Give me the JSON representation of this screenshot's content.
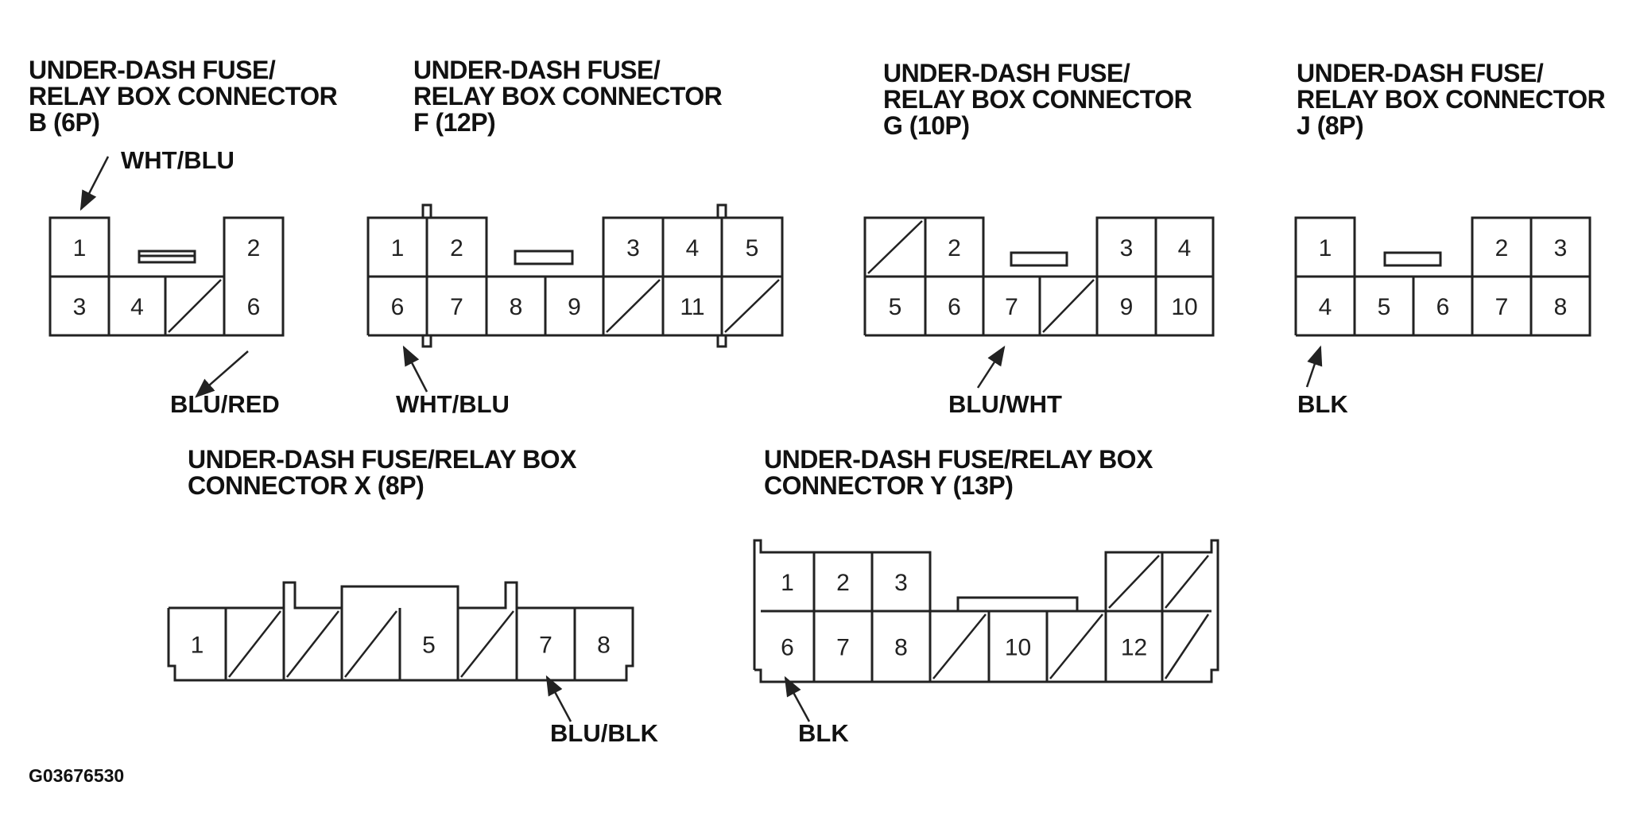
{
  "connectors": {
    "B": {
      "title": [
        "UNDER-DASH FUSE/",
        "RELAY BOX CONNECTOR",
        "B (6P)"
      ],
      "wires": [
        "WHT/BLU",
        "BLU/RED"
      ],
      "rows": [
        [
          "1",
          null,
          "2"
        ],
        [
          "3",
          "4",
          "",
          "6"
        ]
      ]
    },
    "F": {
      "title": [
        "UNDER-DASH FUSE/",
        "RELAY BOX CONNECTOR",
        "F (12P)"
      ],
      "wires": [
        "WHT/BLU"
      ],
      "rows": [
        [
          "1",
          "2",
          "3",
          "4",
          "5"
        ],
        [
          "6",
          "7",
          "8",
          "9",
          "",
          "11",
          ""
        ]
      ]
    },
    "G": {
      "title": [
        "UNDER-DASH FUSE/",
        "RELAY BOX CONNECTOR",
        "G (10P)"
      ],
      "wires": [
        "BLU/WHT"
      ],
      "rows": [
        [
          "",
          "2",
          "3",
          "4"
        ],
        [
          "5",
          "6",
          "7",
          "",
          "9",
          "10"
        ]
      ]
    },
    "J": {
      "title": [
        "UNDER-DASH FUSE/",
        "RELAY BOX CONNECTOR",
        "J (8P)"
      ],
      "wires": [
        "BLK"
      ],
      "rows": [
        [
          "1",
          "2",
          "3"
        ],
        [
          "4",
          "5",
          "6",
          "7",
          "8"
        ]
      ]
    },
    "X": {
      "title": [
        "UNDER-DASH FUSE/RELAY BOX",
        "CONNECTOR X (8P)"
      ],
      "wires": [
        "BLU/BLK"
      ],
      "rows": [
        [
          "1",
          "",
          "",
          "",
          "5",
          "",
          "7",
          "8"
        ]
      ]
    },
    "Y": {
      "title": [
        "UNDER-DASH FUSE/RELAY BOX",
        "CONNECTOR Y (13P)"
      ],
      "wires": [
        "BLK"
      ],
      "rows": [
        [
          "1",
          "2",
          "3",
          "",
          ""
        ],
        [
          "6",
          "7",
          "8",
          "",
          "10",
          "",
          "12",
          ""
        ]
      ]
    }
  },
  "figure_code": "G03676530",
  "colors": {
    "line": "#222222",
    "background": "#ffffff"
  }
}
